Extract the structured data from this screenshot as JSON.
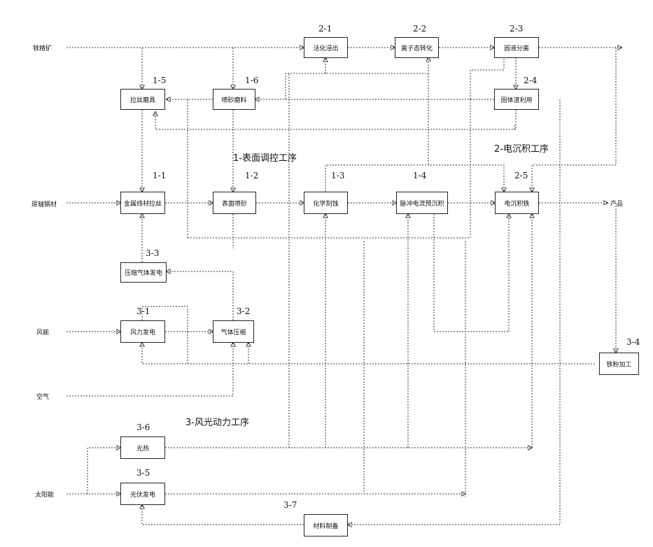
{
  "sources": {
    "iron_ore": "铁精矿",
    "bearing_steel": "原轴钢材",
    "wind": "风能",
    "air": "空气",
    "solar": "太阳能"
  },
  "product": "产品",
  "sections": {
    "s1": "1-表面调控工序",
    "s2": "2-电沉积工序",
    "s3": "3-风光动力工序"
  },
  "boxes": {
    "b1_5": {
      "id": "1-5",
      "label": "拉丝磨具"
    },
    "b1_6": {
      "id": "1-6",
      "label": "喷砂磨料"
    },
    "b1_1": {
      "id": "1-1",
      "label": "金属线材拉丝"
    },
    "b1_2": {
      "id": "1-2",
      "label": "表面喷砂"
    },
    "b1_3": {
      "id": "1-3",
      "label": "化学刻蚀"
    },
    "b1_4": {
      "id": "1-4",
      "label": "脉冲电流预沉积"
    },
    "b2_1": {
      "id": "2-1",
      "label": "活化浸出"
    },
    "b2_2": {
      "id": "2-2",
      "label": "离子态转化"
    },
    "b2_3": {
      "id": "2-3",
      "label": "固液分离"
    },
    "b2_4": {
      "id": "2-4",
      "label": "固体渣利用"
    },
    "b2_5": {
      "id": "2-5",
      "label": "电沉积铁"
    },
    "b3_1": {
      "id": "3-1",
      "label": "风力发电"
    },
    "b3_2": {
      "id": "3-2",
      "label": "气体压缩"
    },
    "b3_3": {
      "id": "3-3",
      "label": "压缩气体发电"
    },
    "b3_4": {
      "id": "3-4",
      "label": "铁粉加工"
    },
    "b3_5": {
      "id": "3-5",
      "label": "光伏发电"
    },
    "b3_6": {
      "id": "3-6",
      "label": "光热"
    },
    "b3_7": {
      "id": "3-7",
      "label": "材料制备"
    }
  }
}
